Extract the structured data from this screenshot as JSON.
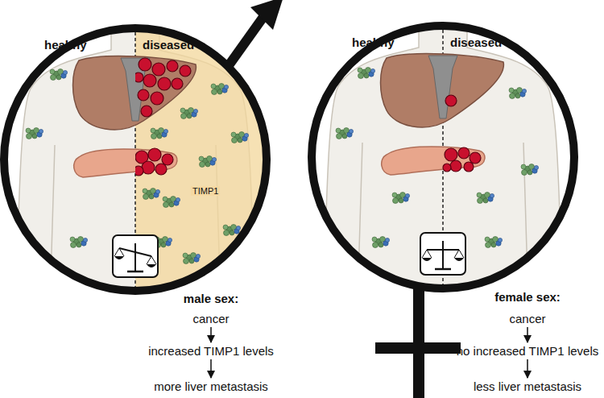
{
  "diagram": {
    "nodes": [
      {
        "text": [
          "healthy",
          "diseased",
          "TIMP1"
        ]
      },
      {
        "text": [
          "healthy",
          "diseased"
        ]
      },
      {
        "text": [
          "cancer"
        ]
      },
      {
        "text": [
          "increased TIMP1 levels"
        ]
      },
      {
        "text": [
          "more liver metastasis"
        ]
      },
      {
        "text": [
          "cancer"
        ]
      },
      {
        "text": [
          "no increased TIMP1 levels"
        ]
      },
      {
        "text": [
          "less liver metastasis"
        ]
      }
    ],
    "edges": [
      {
        "from": 2,
        "to": 3,
        "arrow": "to"
      },
      {
        "from": 3,
        "to": 4,
        "arrow": "to"
      },
      {
        "from": 5,
        "to": 6,
        "arrow": "to"
      },
      {
        "from": 6,
        "to": 7,
        "arrow": "to"
      }
    ],
    "labels": [
      "male sex:",
      "female sex:"
    ]
  }
}
